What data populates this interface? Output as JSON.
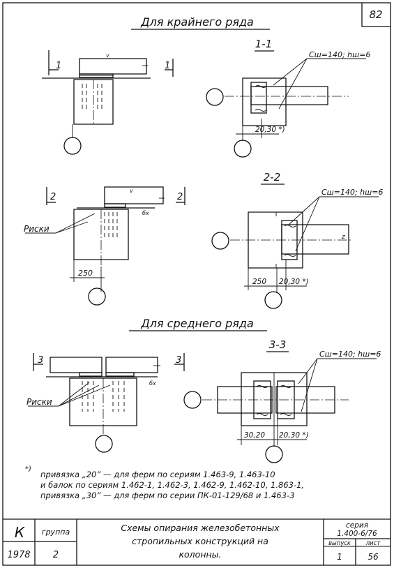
{
  "sheet_number": "82",
  "headings": {
    "outer_row": "Для крайнего ряда",
    "middle_row": "Для среднего ряда"
  },
  "sections": {
    "s1": "1-1",
    "s2": "2-2",
    "s3": "3-3"
  },
  "cut_marks": {
    "c1": "1",
    "c2": "2",
    "c3": "3"
  },
  "weld_labels": {
    "w1": "Cш=140; hш=6",
    "w2": "Cш=140; hш=6",
    "w3": "Cш=140; hш=6"
  },
  "dims": {
    "d1": "20,30 *)",
    "d2a": "250",
    "d2b": "250",
    "d2c": "20,30 *)",
    "d3a": "30,20",
    "d3b": "20,30 *)",
    "z": "z",
    "bx": "бх"
  },
  "marks_label_1": "Риски",
  "marks_label_2": "Риски",
  "footnote": {
    "star": "*)",
    "line1": "привязка „20” — для ферм по сериям 1.463-9, 1.463-10",
    "line2": "и балок по сериям 1.462-1, 1.462-3, 1.462-9, 1.462-10, 1.863-1,",
    "line3": "привязка „30” — для ферм по серии ПК-01-129/68 и 1.463-3"
  },
  "title_block": {
    "stamp": "К",
    "group_label": "группа",
    "group_value": "2",
    "year": "1978",
    "title_line1": "Схемы опирания железобетонных",
    "title_line2": "стропильных конструкций на",
    "title_line3": "колонны.",
    "series_label": "серия",
    "series_value": "1.400-6/76",
    "issue_label": "выпуск",
    "issue_value": "1",
    "sheet_label": "лист",
    "sheet_value": "56"
  }
}
